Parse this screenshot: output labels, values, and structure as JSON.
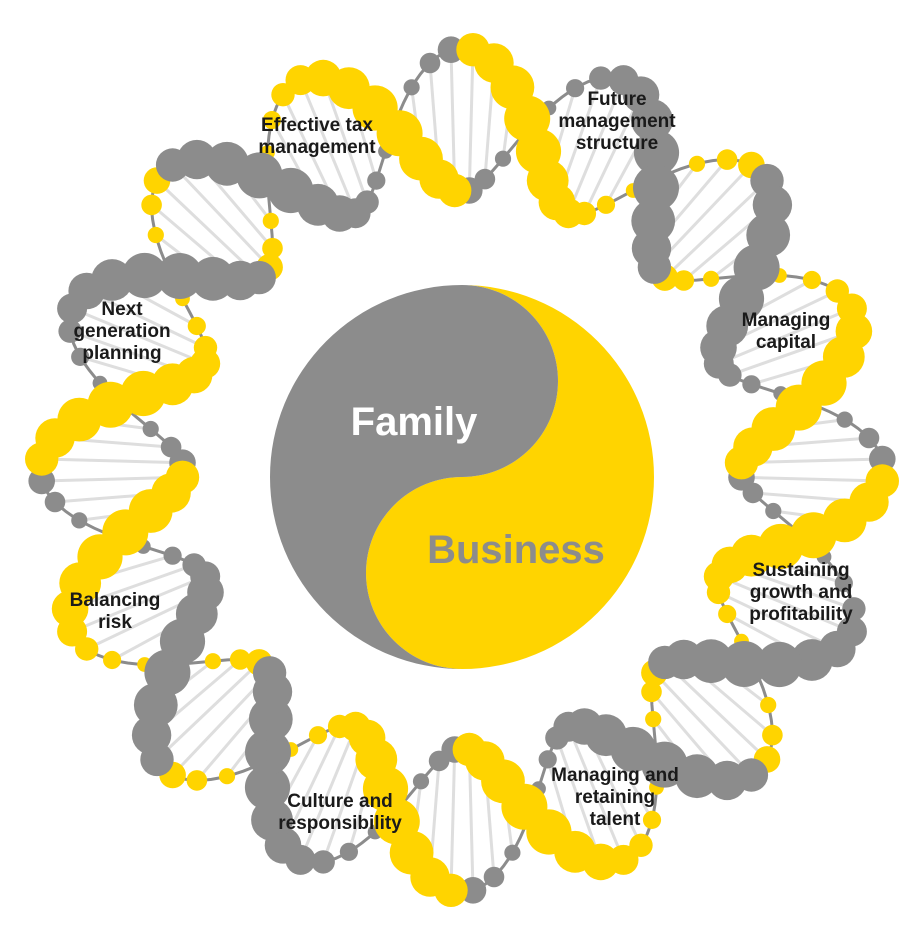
{
  "colors": {
    "grey": "#8c8c8c",
    "yellow": "#ffd400",
    "rung": "#dedede",
    "label": "#1a1a1a",
    "family_text": "#ffffff",
    "business_text": "#8c8c8c"
  },
  "center": {
    "family": "Family",
    "business": "Business"
  },
  "segments": [
    {
      "id": "tax",
      "lines": [
        "Effective tax",
        "management"
      ]
    },
    {
      "id": "future",
      "lines": [
        "Future",
        "management",
        "structure"
      ]
    },
    {
      "id": "capital",
      "lines": [
        "Managing",
        "capital"
      ]
    },
    {
      "id": "growth",
      "lines": [
        "Sustaining",
        "growth and",
        "profitability"
      ]
    },
    {
      "id": "talent",
      "lines": [
        "Managing and",
        "retaining",
        "talent"
      ]
    },
    {
      "id": "culture",
      "lines": [
        "Culture and",
        "responsibility"
      ]
    },
    {
      "id": "risk",
      "lines": [
        "Balancing",
        "risk"
      ]
    },
    {
      "id": "nextgen",
      "lines": [
        "Next",
        "generation",
        "planning"
      ]
    }
  ]
}
